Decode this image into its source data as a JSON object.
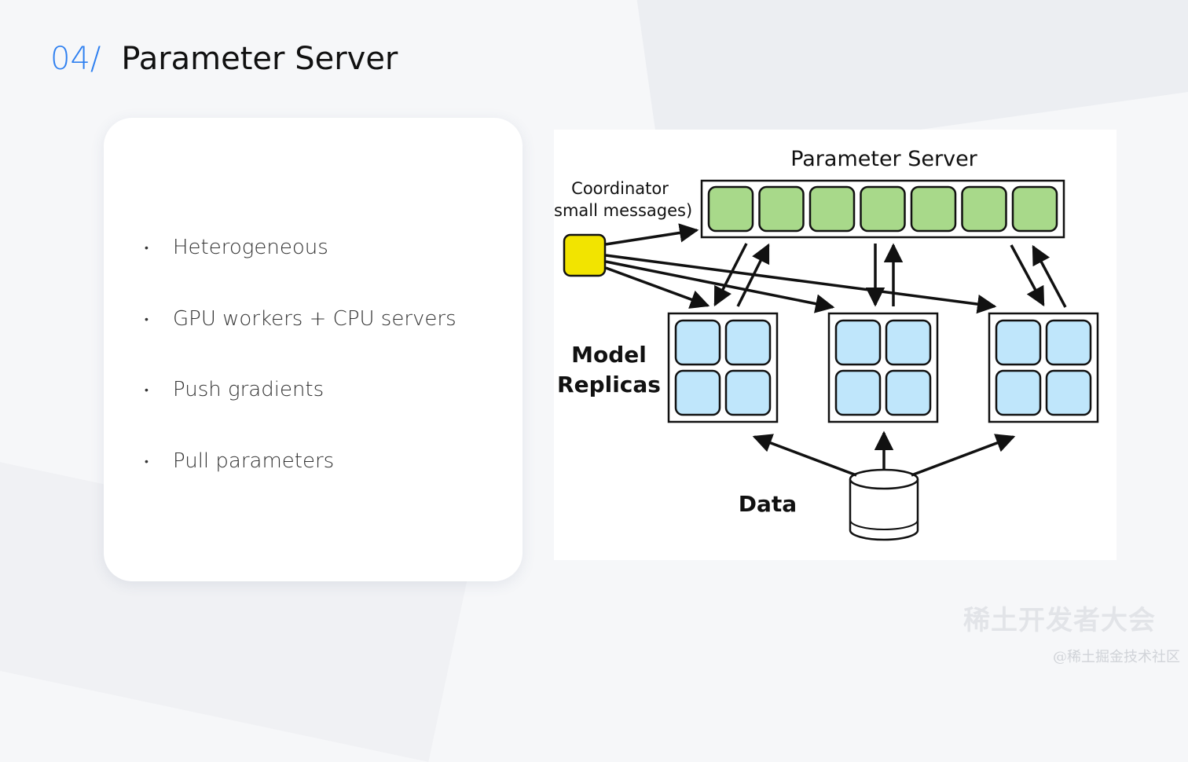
{
  "header": {
    "number": "04/",
    "title": "Parameter Server"
  },
  "bullets": [
    "Heterogeneous",
    "GPU workers + CPU servers",
    "Push gradients",
    "Pull parameters"
  ],
  "diagram": {
    "title": "Parameter Server",
    "coordinator_line1": "Coordinator",
    "coordinator_line2": "(small messages)",
    "replicas_line1": "Model",
    "replicas_line2": "Replicas",
    "data_label": "Data",
    "colors": {
      "shard": "#a8d98a",
      "worker": "#bfe6fb",
      "coordinator": "#f2e400"
    }
  },
  "watermark": {
    "event": "稀土开发者大会",
    "credit": "@稀土掘金技术社区"
  }
}
